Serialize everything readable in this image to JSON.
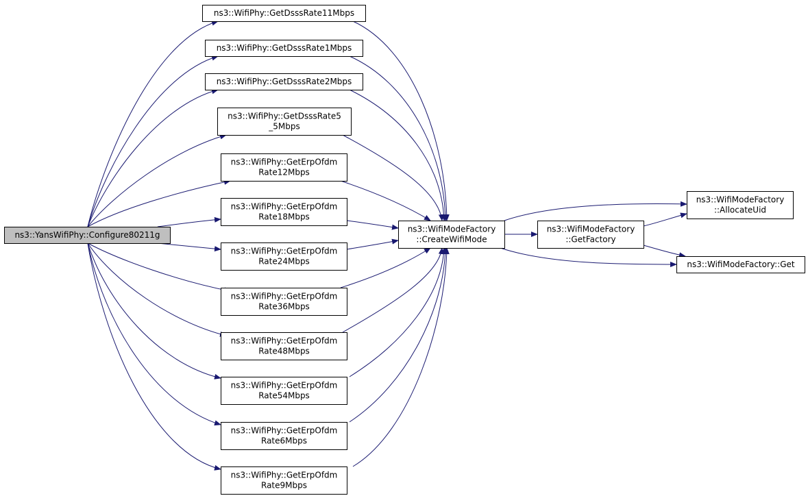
{
  "diagram": {
    "colors": {
      "edge": "#191970",
      "root_fill": "#bfbfbf",
      "node_fill": "#ffffff",
      "border": "#000000"
    },
    "nodes": {
      "configure80211g": [
        "ns3::YansWifiPhy::Configure80211g"
      ],
      "dsss11": [
        "ns3::WifiPhy::GetDsssRate11Mbps"
      ],
      "dsss1": [
        "ns3::WifiPhy::GetDsssRate1Mbps"
      ],
      "dsss2": [
        "ns3::WifiPhy::GetDsssRate2Mbps"
      ],
      "dsss55": [
        "ns3::WifiPhy::GetDsssRate5",
        "_5Mbps"
      ],
      "erp12": [
        "ns3::WifiPhy::GetErpOfdm",
        "Rate12Mbps"
      ],
      "erp18": [
        "ns3::WifiPhy::GetErpOfdm",
        "Rate18Mbps"
      ],
      "erp24": [
        "ns3::WifiPhy::GetErpOfdm",
        "Rate24Mbps"
      ],
      "erp36": [
        "ns3::WifiPhy::GetErpOfdm",
        "Rate36Mbps"
      ],
      "erp48": [
        "ns3::WifiPhy::GetErpOfdm",
        "Rate48Mbps"
      ],
      "erp54": [
        "ns3::WifiPhy::GetErpOfdm",
        "Rate54Mbps"
      ],
      "erp6": [
        "ns3::WifiPhy::GetErpOfdm",
        "Rate6Mbps"
      ],
      "erp9": [
        "ns3::WifiPhy::GetErpOfdm",
        "Rate9Mbps"
      ],
      "createwifimode": [
        "ns3::WifiModeFactory",
        "::CreateWifiMode"
      ],
      "getfactory": [
        "ns3::WifiModeFactory",
        "::GetFactory"
      ],
      "allocateuid": [
        "ns3::WifiModeFactory",
        "::AllocateUid"
      ],
      "get": [
        "ns3::WifiModeFactory::Get"
      ]
    },
    "edges": [
      [
        "configure80211g",
        "dsss11"
      ],
      [
        "configure80211g",
        "dsss1"
      ],
      [
        "configure80211g",
        "dsss2"
      ],
      [
        "configure80211g",
        "dsss55"
      ],
      [
        "configure80211g",
        "erp12"
      ],
      [
        "configure80211g",
        "erp18"
      ],
      [
        "configure80211g",
        "erp24"
      ],
      [
        "configure80211g",
        "erp36"
      ],
      [
        "configure80211g",
        "erp48"
      ],
      [
        "configure80211g",
        "erp54"
      ],
      [
        "configure80211g",
        "erp6"
      ],
      [
        "configure80211g",
        "erp9"
      ],
      [
        "dsss11",
        "createwifimode"
      ],
      [
        "dsss1",
        "createwifimode"
      ],
      [
        "dsss2",
        "createwifimode"
      ],
      [
        "dsss55",
        "createwifimode"
      ],
      [
        "erp12",
        "createwifimode"
      ],
      [
        "erp18",
        "createwifimode"
      ],
      [
        "erp24",
        "createwifimode"
      ],
      [
        "erp36",
        "createwifimode"
      ],
      [
        "erp48",
        "createwifimode"
      ],
      [
        "erp54",
        "createwifimode"
      ],
      [
        "erp6",
        "createwifimode"
      ],
      [
        "erp9",
        "createwifimode"
      ],
      [
        "createwifimode",
        "allocateuid"
      ],
      [
        "createwifimode",
        "getfactory"
      ],
      [
        "createwifimode",
        "get"
      ],
      [
        "getfactory",
        "allocateuid"
      ],
      [
        "getfactory",
        "get"
      ]
    ]
  }
}
